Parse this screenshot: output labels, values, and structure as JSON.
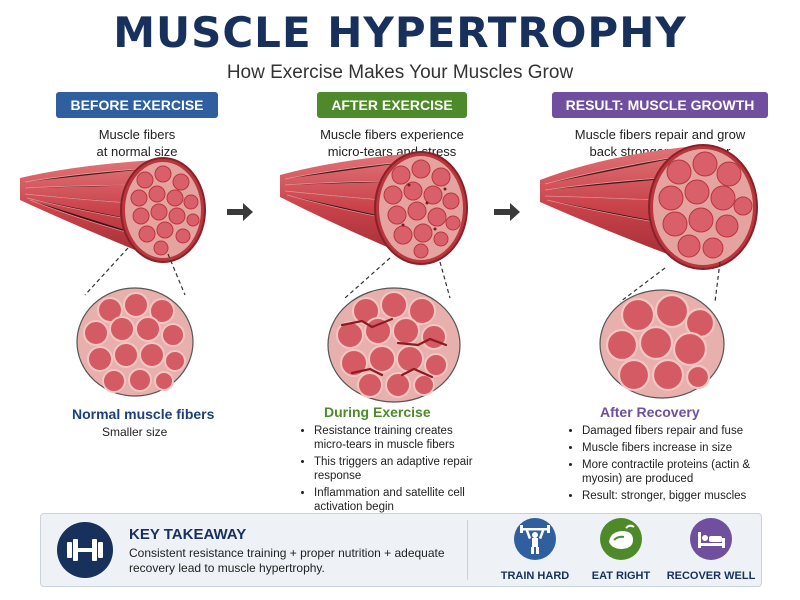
{
  "header": {
    "title": "MUSCLE HYPERTROPHY",
    "subtitle": "How Exercise Makes Your Muscles Grow"
  },
  "stages": [
    {
      "badge": "BEFORE EXERCISE",
      "badge_color": "#2f5f9e",
      "desc_line1": "Muscle fibers",
      "desc_line2": "at normal size",
      "label_title": "Normal muscle fibers",
      "label_color": "#1e3f7a",
      "label_text": "Smaller size"
    },
    {
      "badge": "AFTER EXERCISE",
      "badge_color": "#4f8a2a",
      "desc_line1": "Muscle fibers experience",
      "desc_line2": "micro-tears and stress",
      "label_title": "During Exercise",
      "label_color": "#4f8a2a",
      "bullets": [
        "Resistance training creates micro-tears in muscle fibers",
        "This triggers an adaptive repair response",
        "Inflammation and satellite cell activation begin"
      ]
    },
    {
      "badge": "RESULT: MUSCLE GROWTH",
      "badge_color": "#6f4f9e",
      "desc_line1": "Muscle fibers repair and grow",
      "desc_line2": "back stronger and larger",
      "label_title": "After Recovery",
      "label_color": "#6f4f9e",
      "bullets": [
        "Damaged fibers repair and fuse",
        "Muscle fibers increase in size",
        "More contractile proteins (actin & myosin) are produced",
        "Result: stronger, bigger muscles"
      ]
    }
  ],
  "takeaway": {
    "title": "KEY TAKEAWAY",
    "text": "Consistent resistance training + proper nutrition + adequate recovery lead to muscle hypertrophy.",
    "icon": "dumbbell-icon"
  },
  "tips": [
    {
      "label": "TRAIN HARD",
      "icon": "weightlifter-icon",
      "color": "#2f5f9e"
    },
    {
      "label": "EAT RIGHT",
      "icon": "food-icon",
      "color": "#4f8a2a"
    },
    {
      "label": "RECOVER WELL",
      "icon": "sleep-icon",
      "color": "#6f4f9e"
    }
  ],
  "colors": {
    "title": "#17305c",
    "muscle": "#c9424a",
    "fiber": "#d9606a"
  }
}
